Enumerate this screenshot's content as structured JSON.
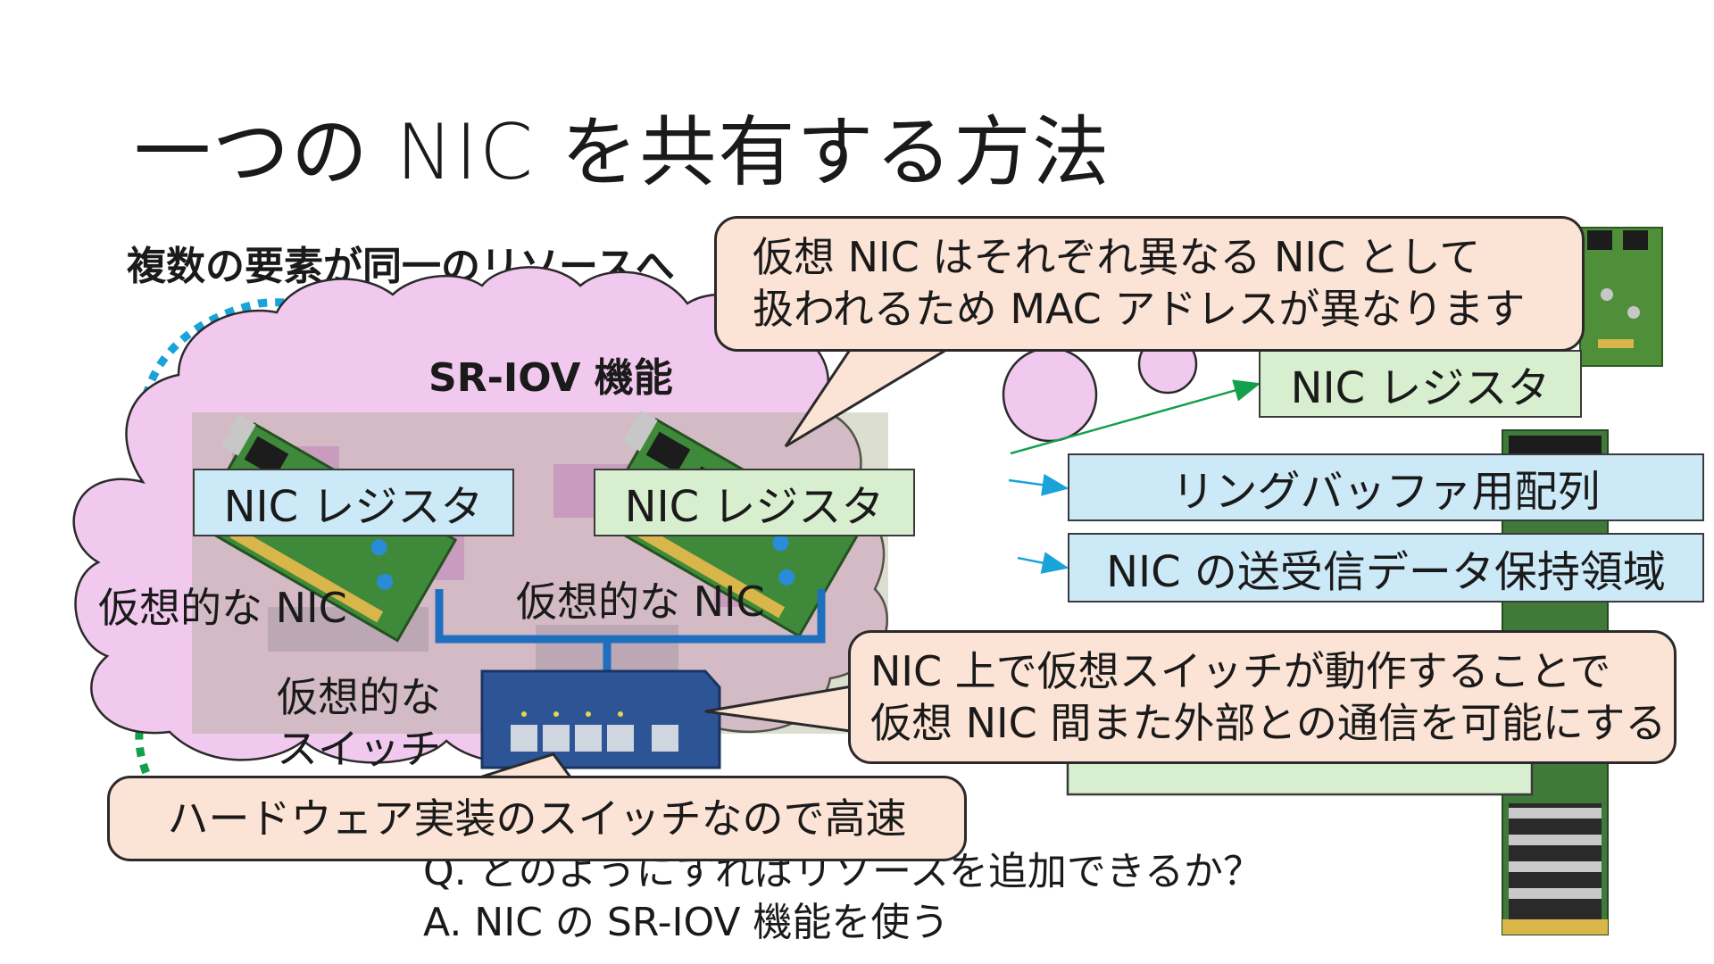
{
  "slide": {
    "title": "一つの NIC を共有する方法",
    "subtitle": "複数の要素が同一のリソースへ"
  },
  "diagram": {
    "sr_iov_label": "SR-IOV 機能",
    "virtual_nic_left_register": "NIC レジスタ",
    "virtual_nic_right_register": "NIC レジスタ",
    "virtual_nic_left_label": "仮想的な NIC",
    "virtual_nic_right_label": "仮想的な NIC",
    "virtual_switch_label_line1": "仮想的な",
    "virtual_switch_label_line2": "スイッチ"
  },
  "right_panel": {
    "nic_register": "NIC レジスタ",
    "ring_buffer": "リングバッファ用配列",
    "data_area": "NIC の送受信データ保持領域"
  },
  "callouts": {
    "mac": {
      "line1": "仮想 NIC はそれぞれ異なる NIC として",
      "line2": "扱われるため MAC アドレスが異なります"
    },
    "switch": {
      "line1": "NIC 上で仮想スイッチが動作することで",
      "line2": "仮想 NIC 間また外部との通信を可能にする"
    },
    "hardware": "ハードウェア実装のスイッチなので高速"
  },
  "qa": {
    "question": "Q. どのようにすればリソースを追加できるか？",
    "answer": "A. NIC の SR-IOV 機能を使う"
  },
  "colors": {
    "blue_box": "#cce9f7",
    "green_box": "#d7efcf",
    "callout_fill": "#fbe3d6",
    "cloud_fill": "#f2c9ee",
    "link_blue": "#1f6fbf",
    "arrow_green": "#13a04c",
    "arrow_blue": "#1aa3d8"
  },
  "icons": [
    "nic-card-icon",
    "network-switch-icon",
    "memory-module-icon",
    "cloud-shape"
  ]
}
